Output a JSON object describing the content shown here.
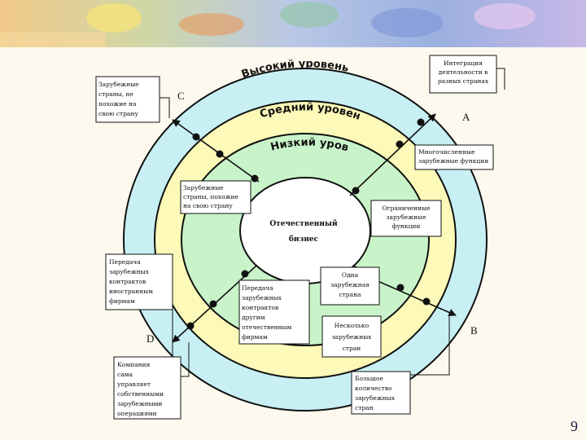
{
  "diagram": {
    "rings": {
      "outer": "Высокий уровень",
      "middle": "Средний уровень",
      "inner": "Низкий уровень"
    },
    "center": [
      "Отечественный",
      "бизнес"
    ],
    "letters": {
      "a": "A",
      "b": "B",
      "c": "C",
      "d": "D"
    },
    "boxes": {
      "foreign_similar_top": [
        "Зарубежные",
        "страны,  не",
        "похожие  на",
        "свою страну"
      ],
      "integration": [
        "Интеграция",
        "деятельности в",
        "разных странах"
      ],
      "many_functions": [
        "Многочисленные",
        "зарубежные функции"
      ],
      "foreign_similar_inner": [
        "Зарубежные",
        "страны, похожие",
        "на свою страну"
      ],
      "limited_functions": [
        "Ограниченные",
        "зарубежные",
        "функции"
      ],
      "transfer_foreign": [
        "Передача",
        "зарубежных",
        "контрактов",
        "иностранным",
        "фирмам"
      ],
      "transfer_domestic": [
        "Передача",
        "зарубежных",
        "контрактов",
        "другим",
        "отечественным",
        "фирмам"
      ],
      "one_country": [
        "Одна",
        "зарубежная",
        "страна"
      ],
      "several_countries": [
        "Несколько",
        "зарубежных",
        "стран"
      ],
      "self_managed": [
        "Компания",
        "сама",
        "управляет",
        "собственными",
        "зарубежными",
        "операциями"
      ],
      "many_countries": [
        "Большое",
        "количество",
        "зарубежных",
        "стран"
      ]
    }
  },
  "page_number": "9",
  "colors": {
    "outer_ring": "#c8f0f4",
    "middle_ring": "#fdf9b8",
    "inner_ring": "#c9f4c9",
    "center": "#ffffff",
    "background": "#fdf9ee"
  }
}
